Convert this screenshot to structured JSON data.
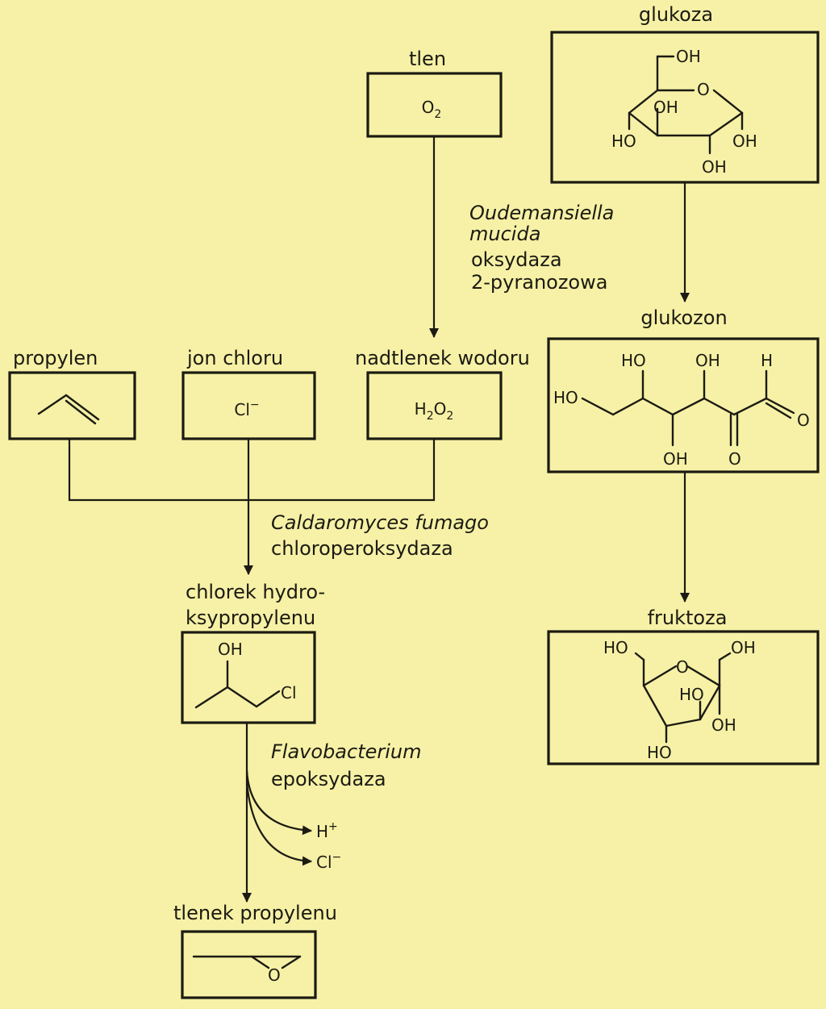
{
  "compounds": {
    "tlen": {
      "name": "tlen",
      "formula": "O",
      "sub": "2"
    },
    "propylen": {
      "name": "propylen"
    },
    "jon_chloru": {
      "name": "jon chloru",
      "formula": "Cl",
      "sup": "−"
    },
    "nadtlenek": {
      "name": "nadtlenek wodoru",
      "f1": "H",
      "s1": "2",
      "f2": "O",
      "s2": "2"
    },
    "chlorek": {
      "name1": "chlorek hydro-",
      "name2": "ksypropylenu",
      "oh": "OH",
      "cl": "Cl"
    },
    "tlenek": {
      "name": "tlenek propylenu",
      "o": "O"
    },
    "glukoza": {
      "name": "glukoza",
      "oh_top": "OH",
      "oh_ring": "OH",
      "o_ring": "O",
      "ho_left": "HO",
      "oh_right": "OH",
      "oh_bottom": "OH"
    },
    "glukozon": {
      "name": "glukozon",
      "ho1": "HO",
      "ho_left": "HO",
      "oh2": "OH",
      "h": "H",
      "o_ald": "O",
      "oh_bottom": "OH",
      "o_keto": "O"
    },
    "fruktoza": {
      "name": "fruktoza",
      "ho_tl": "HO",
      "oh_tr": "OH",
      "o_ring": "O",
      "ho_mid": "HO",
      "oh_right": "OH",
      "ho_bottom": "HO"
    }
  },
  "enzymes": {
    "oudemansiella": {
      "organism1": "Oudemansiella",
      "organism2": "mucida",
      "enzyme1": "oksydaza",
      "enzyme2": "2-pyranozowa"
    },
    "caldaromyces": {
      "organism": "Caldaromyces fumago",
      "enzyme": "chloroperoksydaza"
    },
    "flavobacterium": {
      "organism": "Flavobacterium",
      "enzyme": "epoksydaza"
    }
  },
  "byproducts": {
    "h_plus": {
      "text": "H",
      "sup": "+"
    },
    "cl_minus": {
      "text": "Cl",
      "sup": "−"
    }
  }
}
